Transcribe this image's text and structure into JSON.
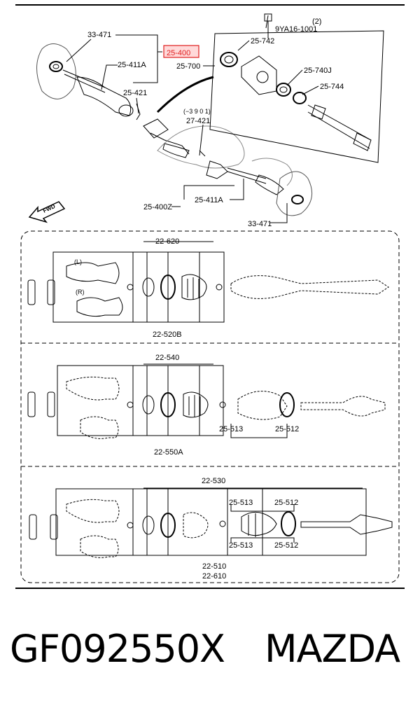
{
  "top_callouts": {
    "c33471_top": "33-471",
    "c25400": "25-400",
    "c25411A_top": "25-411A",
    "c25700": "25-700",
    "c25421": "25-421",
    "c9YA16": "9YA16-1001",
    "c9YA16_qty": "(2)",
    "c25742": "25-742",
    "c25740J": "25-740J",
    "c25744": "25-744",
    "c3901": "(−3 9 0 1)",
    "c27421": "27-421",
    "c25411A_bot": "25-411A",
    "c25400Z": "25-400Z",
    "c33471_bot": "33-471",
    "fwd": "FWD"
  },
  "variant1": {
    "c22620": "22-620",
    "c22520B": "22-520B",
    "left_mark": "(L)",
    "right_mark": "(R)"
  },
  "variant2": {
    "c22540": "22-540",
    "c25513": "25-513",
    "c25512": "25-512",
    "c22550A": "22-550A"
  },
  "variant3": {
    "c22530": "22-530",
    "c25513_top": "25-513",
    "c25512_top": "25-512",
    "c25513_bot": "25-513",
    "c25512_bot": "25-512",
    "c22510": "22-510",
    "c22610": "22-610"
  },
  "highlight_color": "#e02020",
  "footer": {
    "part_number": "GF092550X",
    "brand": "MAZDA"
  }
}
